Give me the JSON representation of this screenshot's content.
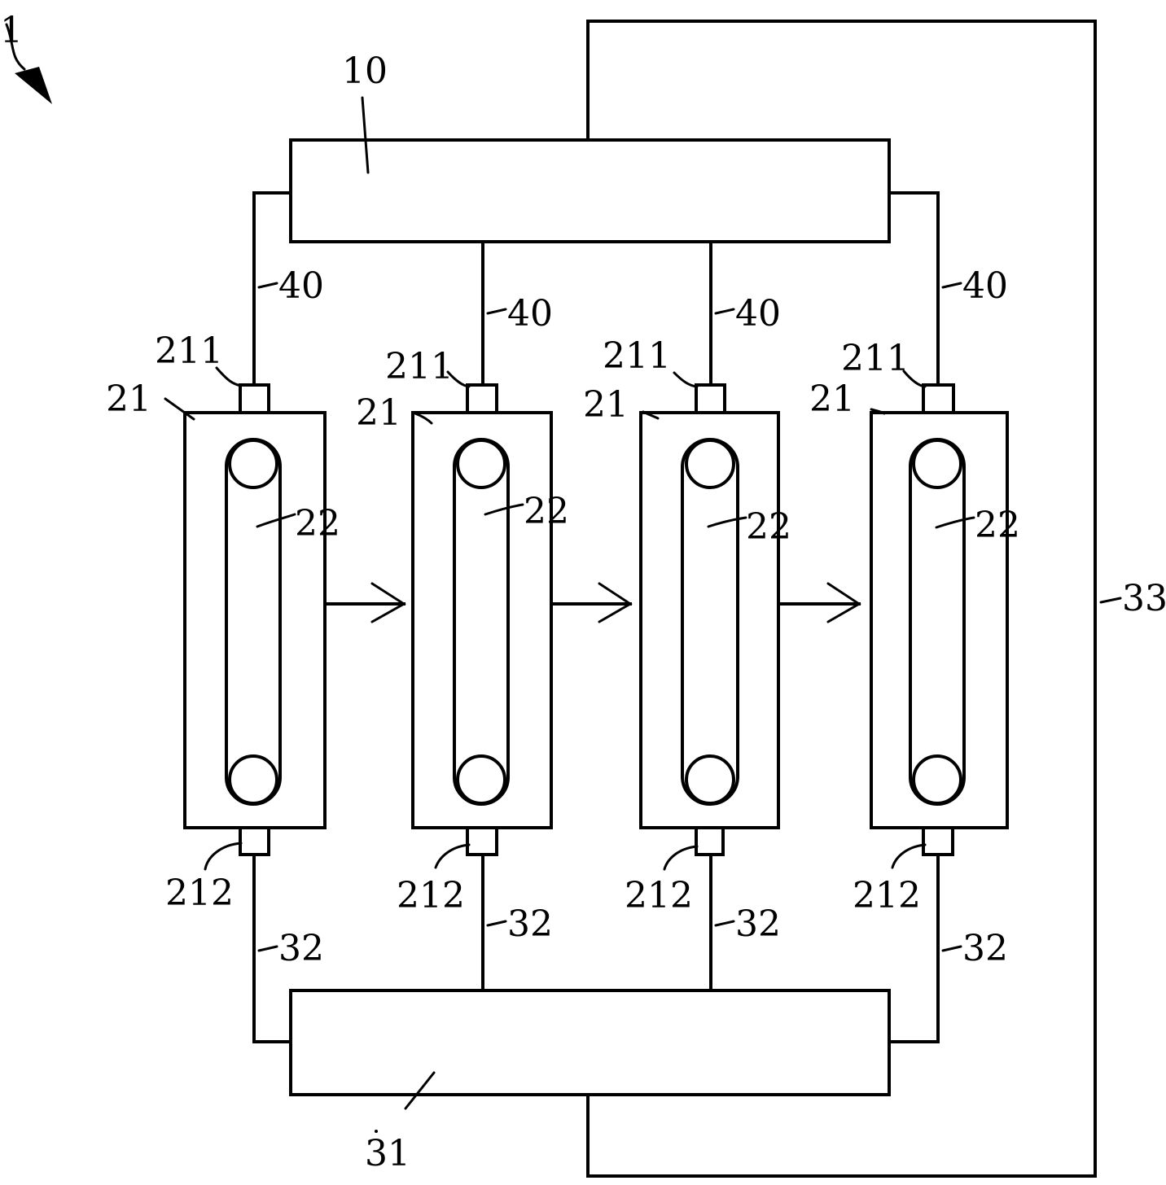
{
  "figure_ref": "1",
  "labels": {
    "top_tank": "10",
    "bottom_tank": "31",
    "return_pipe": "33",
    "supply_pipe": "40",
    "drain_pipe": "32",
    "unit_body": "21",
    "inlet_port": "211",
    "outlet_port": "212",
    "conveyor": "22"
  },
  "colors": {
    "line": "#000000",
    "background": "#ffffff"
  }
}
